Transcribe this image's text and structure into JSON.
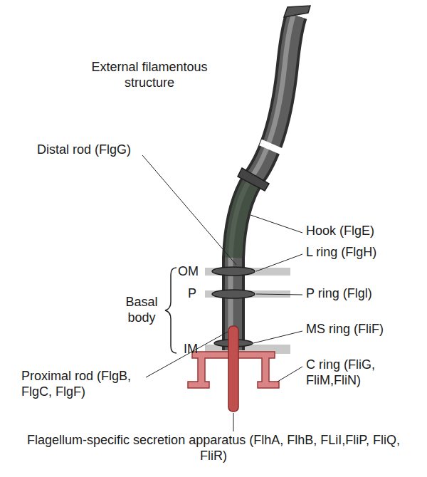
{
  "diagram": {
    "labels": [
      "External filamentous structure",
      "Distal rod (FlgG)",
      "Hook (FlgE)",
      "L ring (FlgH)",
      "OM",
      "Basal body",
      "P",
      "P ring (Flgl)",
      "MS ring (FliF)",
      "IM",
      "C ring (FliG, FliM,FliN)",
      "Proximal rod (FlgB, FlgC, FlgF)",
      "Flagellum-specific secretion apparatus (FlhA, FlhB, FLiI,FliP, FliQ, FliR)"
    ]
  }
}
